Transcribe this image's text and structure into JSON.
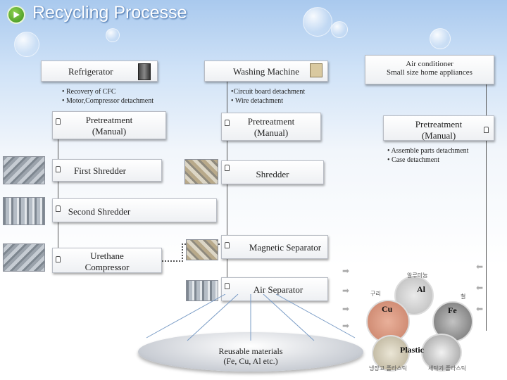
{
  "title": "Recycling Processe",
  "sources": {
    "refrigerator": "Refrigerator",
    "washing_machine": "Washing Machine",
    "aircon_line1": "Air conditioner",
    "aircon_line2": "Small size home appliances"
  },
  "notes": {
    "refrigerator": [
      "• Recovery of CFC",
      "• Motor,Compressor detachment"
    ],
    "washing_machine": [
      "•Circuit board detachment",
      "• Wire detachment"
    ],
    "aircon": [
      "• Assemble parts detachment",
      "• Case detachment"
    ]
  },
  "steps": {
    "pretreatment_line1": "Pretreatment",
    "pretreatment_line2": "(Manual)",
    "first_shredder": "First Shredder",
    "shredder": "Shredder",
    "second_shredder": "Second Shredder",
    "urethane_line1": "Urethane",
    "urethane_line2": "Compressor",
    "magnetic_separator": "Magnetic Separator",
    "air_separator": "Air Separator"
  },
  "output": {
    "line1": "Reusable materials",
    "line2": "(Fe, Cu, Al etc.)"
  },
  "materials": {
    "al": "Al",
    "cu": "Cu",
    "fe": "Fe",
    "plastic": "Plastic",
    "kr_al": "알루미늄",
    "kr_cu": "구리",
    "kr_fe": "철",
    "kr_fridge_plastic": "냉장고 플라스틱",
    "kr_washer_plastic": "세탁기 플라스틱"
  },
  "colors": {
    "accent": "#3a8f1c",
    "flow_line": "#555555",
    "background_top": "#a9c9ee"
  }
}
